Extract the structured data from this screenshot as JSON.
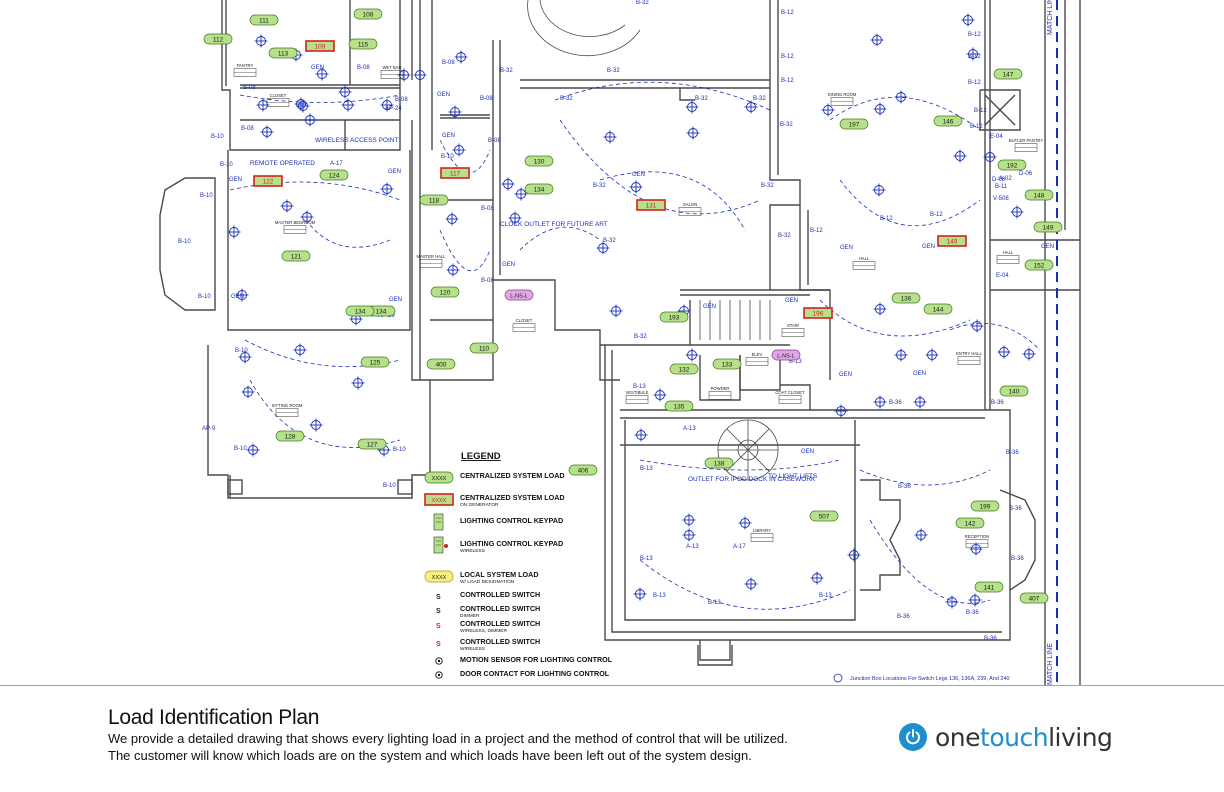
{
  "colors": {
    "line_blue": "#1a2fb8",
    "wall_gray": "#4a4a4a",
    "tag_green_fill": "#b7e08a",
    "tag_green_stroke": "#3f7a1e",
    "tag_red_stroke": "#d62020",
    "tag_pink_fill": "#e2a6e6",
    "tag_yellow_fill": "#f6f080",
    "brand_blue": "#1d8fce"
  },
  "plan": {
    "green_tags": [
      "111",
      "108",
      "112",
      "113",
      "115",
      "124",
      "130",
      "134",
      "118",
      "120",
      "121",
      "134",
      "125",
      "128",
      "127",
      "110",
      "400",
      "193",
      "132",
      "133",
      "135",
      "138",
      "136",
      "144",
      "197",
      "146",
      "147",
      "192",
      "148",
      "149",
      "152",
      "199",
      "142",
      "141",
      "140",
      "406",
      "407",
      "507",
      "134"
    ],
    "red_tags": [
      "109",
      "122",
      "117",
      "131",
      "196",
      "149"
    ],
    "pink_tags": [
      "L-NS-L",
      "L-NS-L"
    ],
    "circuit_labels": [
      "B-32",
      "B-12",
      "B-08",
      "B-10",
      "B-36",
      "B-13",
      "A-13",
      "A-17",
      "E-04",
      "D-08",
      "D-06",
      "B-11",
      "A-02",
      "V-508",
      "AP-24",
      "AP-9",
      "AP-19",
      "D-04, D-02",
      "GEN"
    ],
    "room_labels": [
      "CLOSET",
      "WET BAR",
      "MASTER BEDROOM",
      "MASTER HALL",
      "SITTING ROOM",
      "SALON",
      "DINING ROOM",
      "BUTLER PANTRY",
      "PANTRY",
      "HALL",
      "ENTRY HALL",
      "POWDER",
      "COAT CLOSET",
      "LIBRARY",
      "RECEPTION",
      "VESTIBULE",
      "STAIR",
      "ELEV"
    ],
    "annotations": {
      "remote": "REMOTE OPERATED",
      "wireless_ap": "WIRELESS ACCESS POINT",
      "clock_outlet": "CLOCK OUTLET FOR FUTURE ART",
      "ipod_outlet": "OUTLET FOR IPOD DOCK IN CASEWORK",
      "to_lifts": "TO LIGHT LIFTS",
      "junction": "Junction Box Locations For Switch Legs 136, 136A, 239, And 240",
      "match_line": "MATCH LINE"
    }
  },
  "legend": {
    "title": "LEGEND",
    "sample_code": "XXXX",
    "items": [
      {
        "label": "CENTRALIZED SYSTEM LOAD",
        "sub": ""
      },
      {
        "label": "CENTRALIZED SYSTEM LOAD",
        "sub": "ON GENERATOR"
      },
      {
        "label": "LIGHTING CONTROL KEYPAD",
        "sub": ""
      },
      {
        "label": "LIGHTING CONTROL KEYPAD",
        "sub": "WIRELESS"
      },
      {
        "label": "LOCAL SYSTEM LOAD",
        "sub": "W/ LOAD DESIGNATION"
      },
      {
        "label": "CONTROLLED SWITCH",
        "sub": ""
      },
      {
        "label": "CONTROLLED SWITCH",
        "sub": "DIMMER"
      },
      {
        "label": "CONTROLLED SWITCH",
        "sub": "WIRELESS, DIMMER"
      },
      {
        "label": "CONTROLLED SWITCH",
        "sub": "WIRELESS"
      },
      {
        "label": "MOTION SENSOR FOR LIGHTING CONTROL",
        "sub": ""
      },
      {
        "label": "DOOR CONTACT FOR LIGHTING CONTROL",
        "sub": ""
      }
    ]
  },
  "footer": {
    "title": "Load Identification Plan",
    "line1": "We provide a detailed drawing that shows every lighting load in a project and the method of control that will be utilized.",
    "line2": "The customer will know which loads are on the system and which loads have been left out of the system design."
  },
  "brand": {
    "one": "one",
    "touch": "touch",
    "living": "living",
    "icon": "power-icon"
  }
}
